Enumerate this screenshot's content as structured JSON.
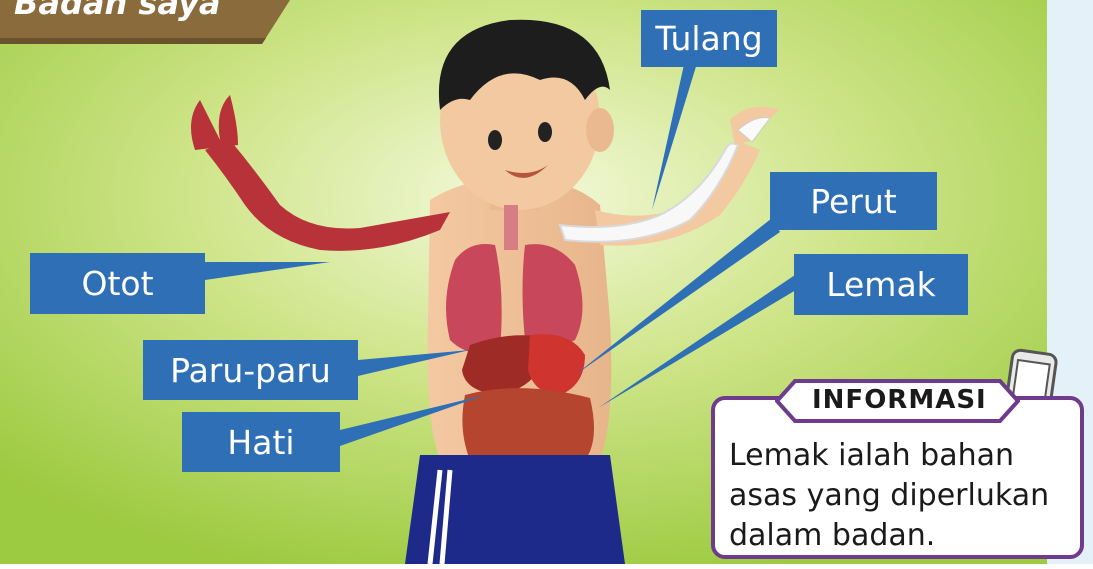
{
  "title": "Badan saya",
  "labels": {
    "tulang": "Tulang",
    "otot": "Otot",
    "perut": "Perut",
    "lemak": "Lemak",
    "paru_paru": "Paru-paru",
    "hati": "Hati"
  },
  "info": {
    "heading": "INFORMASI",
    "lines": [
      "Lemak ialah bahan",
      "asas yang diperlukan",
      "dalam badan."
    ]
  },
  "colors": {
    "label_bg": "#2f6fb6",
    "background": "#a5d04a",
    "info_border": "#6f3b8c",
    "title_tab": "#8a6b3c"
  }
}
